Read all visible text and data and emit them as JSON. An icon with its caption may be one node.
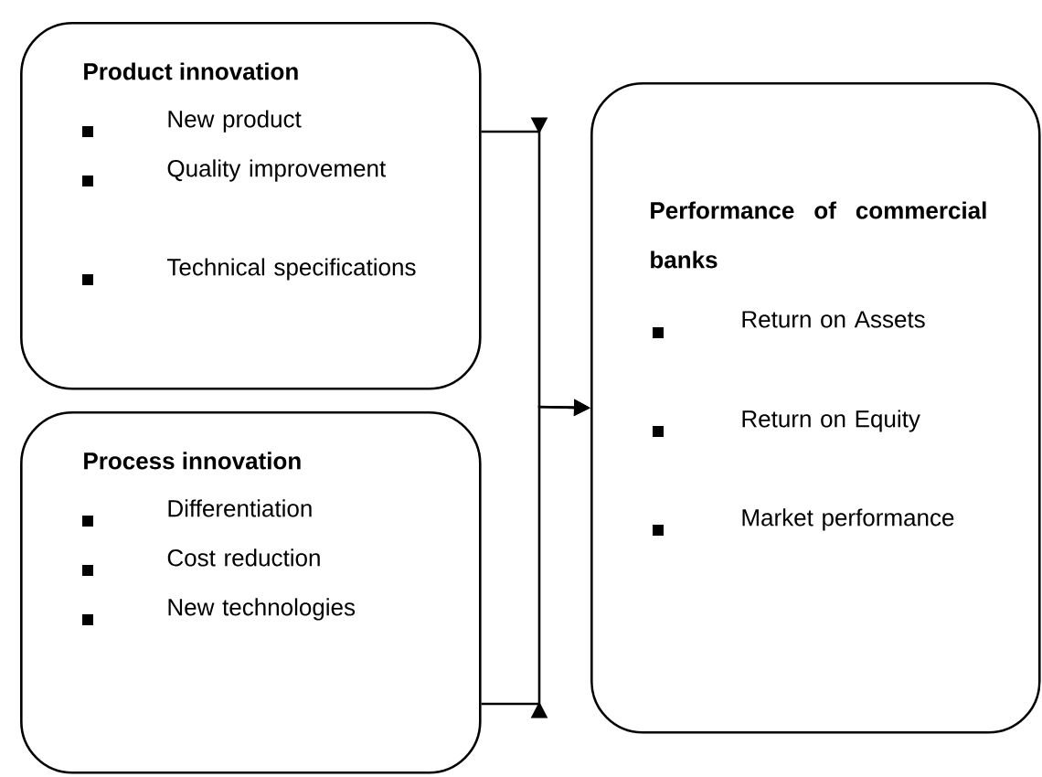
{
  "diagram": {
    "nodes": [
      {
        "text": [
          "Product innovation",
          "New product",
          "Quality improvement",
          "Technical specifications"
        ]
      },
      {
        "text": [
          "Process innovation",
          "Differentiation",
          "Cost reduction",
          "New technologies"
        ]
      },
      {
        "text": [
          "Performance of commercial banks",
          "Return on Assets",
          "Return on Equity",
          "Market performance"
        ]
      }
    ],
    "edges": [
      {
        "from": 0,
        "to": 2,
        "arrow": "to"
      },
      {
        "from": 1,
        "to": 2,
        "arrow": "to"
      }
    ]
  }
}
